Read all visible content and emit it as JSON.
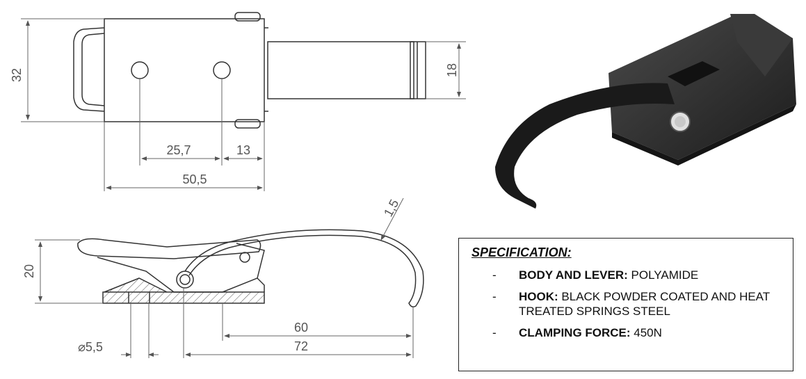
{
  "dimensions": {
    "height_32": "32",
    "height_18": "18",
    "hole_spacing": "25,7",
    "edge_13": "13",
    "length_50_5": "50,5",
    "side_height_20": "20",
    "thickness": "1,5",
    "hole_dia": "⌀5,5",
    "length_60": "60",
    "length_72": "72"
  },
  "spec": {
    "title": "SPECIFICATION:",
    "items": [
      {
        "bullet": "-",
        "label": "BODY AND LEVER:",
        "value": " POLYAMIDE"
      },
      {
        "bullet": "-",
        "label": "HOOK:",
        "value": " BLACK POWDER COATED AND HEAT TREATED SPRINGS STEEL"
      },
      {
        "bullet": "-",
        "label": "CLAMPING FORCE:",
        "value": " 450N"
      }
    ]
  },
  "colors": {
    "line": "#333333",
    "dim_line": "#666666",
    "product_dark": "#2a2a2a"
  }
}
